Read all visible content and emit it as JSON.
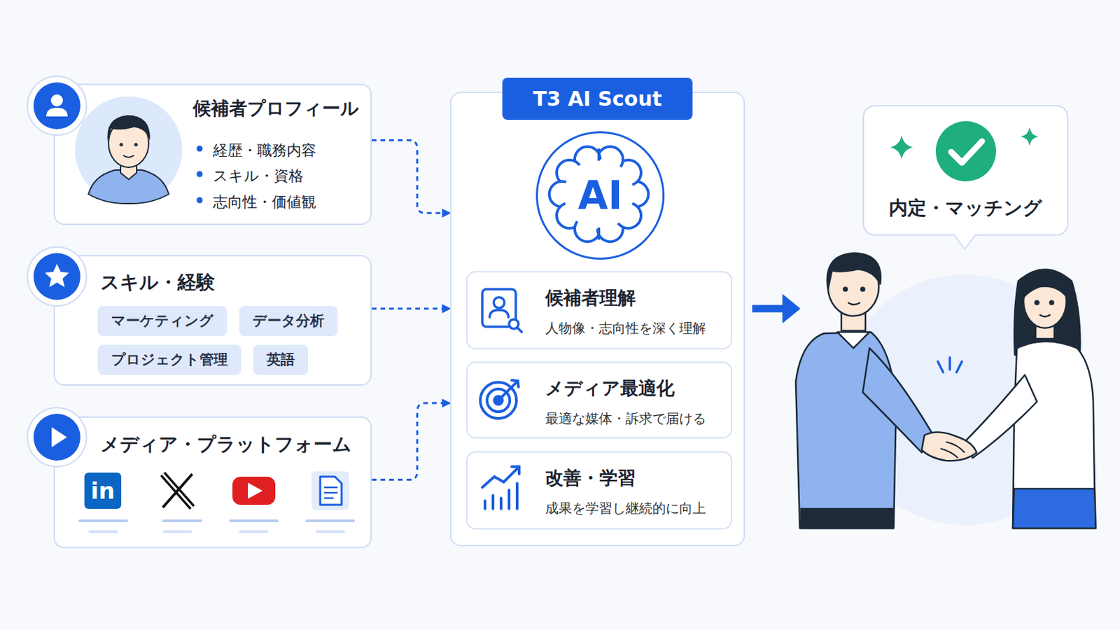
{
  "diagram": {
    "nodes": [
      {
        "text": [
          "候補者プロフィール",
          "経歴・職務内容",
          "スキル・資格",
          "志向性・価値観"
        ]
      },
      {
        "text": [
          "スキル・経験"
        ]
      },
      {
        "text": [
          "マーケティング"
        ],
        "in": 1
      },
      {
        "text": [
          "データ分析"
        ],
        "in": 1
      },
      {
        "text": [
          "プロジェクト管理"
        ],
        "in": 1
      },
      {
        "text": [
          "英語"
        ],
        "in": 1
      },
      {
        "text": [
          "メディア・プラットフォーム"
        ]
      },
      {
        "text": [
          "T3 AI Scout"
        ]
      },
      {
        "text": [
          "AI"
        ],
        "in": 7
      },
      {
        "text": [
          "候補者理解",
          "人物像・志向性を深く理解"
        ],
        "in": 7
      },
      {
        "text": [
          "メディア最適化",
          "最適な媒体・訴求で届ける"
        ],
        "in": 7
      },
      {
        "text": [
          "改善・学習",
          "成果を学習し継続的に向上"
        ],
        "in": 7
      },
      {
        "text": [
          "内定・マッチング"
        ]
      }
    ],
    "edges": [
      {
        "from": 0,
        "to": 7,
        "arrow": "to"
      },
      {
        "from": 1,
        "to": 7,
        "arrow": "to"
      },
      {
        "from": 6,
        "to": 7,
        "arrow": "to"
      }
    ],
    "labels": [
      "in"
    ]
  }
}
